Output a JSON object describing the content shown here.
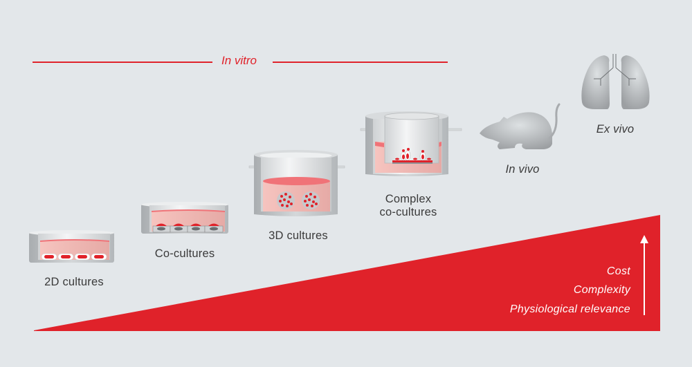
{
  "header": {
    "in_vitro_label": "In vitro"
  },
  "stages": [
    {
      "id": "2d",
      "label": "2D cultures",
      "icon": "petri-dish-2d-icon"
    },
    {
      "id": "co",
      "label": "Co-cultures",
      "icon": "petri-dish-coculture-icon"
    },
    {
      "id": "3d",
      "label": "3D cultures",
      "icon": "well-3d-spheroid-icon"
    },
    {
      "id": "complex",
      "label_line1": "Complex",
      "label_line2": "co-cultures",
      "icon": "transwell-insert-icon"
    },
    {
      "id": "invivo",
      "label": "In vivo",
      "icon": "mouse-icon"
    },
    {
      "id": "exvivo",
      "label": "Ex vivo",
      "icon": "lungs-icon"
    }
  ],
  "gradient": {
    "labels": [
      "Cost",
      "Complexity",
      "Physiological relevance"
    ],
    "color": "#e0222a",
    "arrow_icon": "up-arrow-icon"
  },
  "colors": {
    "background": "#e3e7ea",
    "accent_red": "#e0222a",
    "medium_pink": "#f2b8b4",
    "medium_surface": "#f07378",
    "gray_wall": "#bfc3c6"
  }
}
